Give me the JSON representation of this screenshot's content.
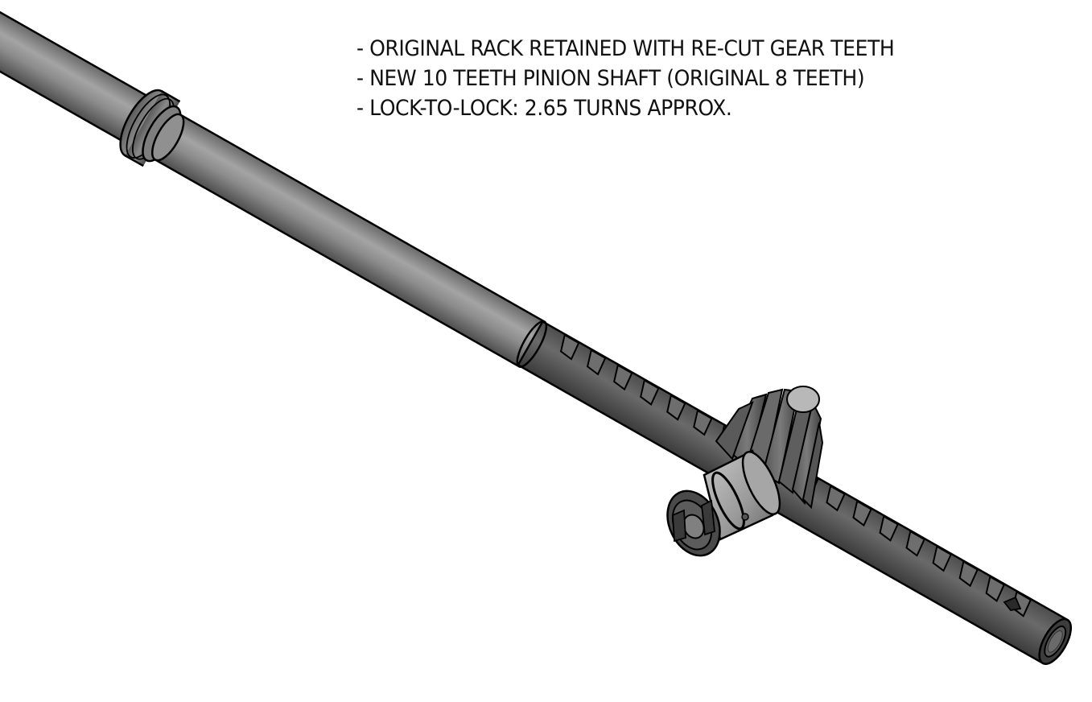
{
  "drawing": {
    "subject": "steering rack and pinion assembly",
    "notes": [
      "- ORIGINAL RACK RETAINED WITH RE-CUT GEAR TEETH",
      "- NEW 10 TEETH PINION SHAFT (ORIGINAL 8 TEETH)",
      "- LOCK-TO-LOCK: 2.65 TURNS APPROX."
    ],
    "colors": {
      "background": "#ffffff",
      "text": "#111111",
      "shaft_light": "#9a9a9a",
      "shaft_dark": "#5e5e5e",
      "rack_dark": "#4a4a4a",
      "outline": "#000000"
    }
  }
}
